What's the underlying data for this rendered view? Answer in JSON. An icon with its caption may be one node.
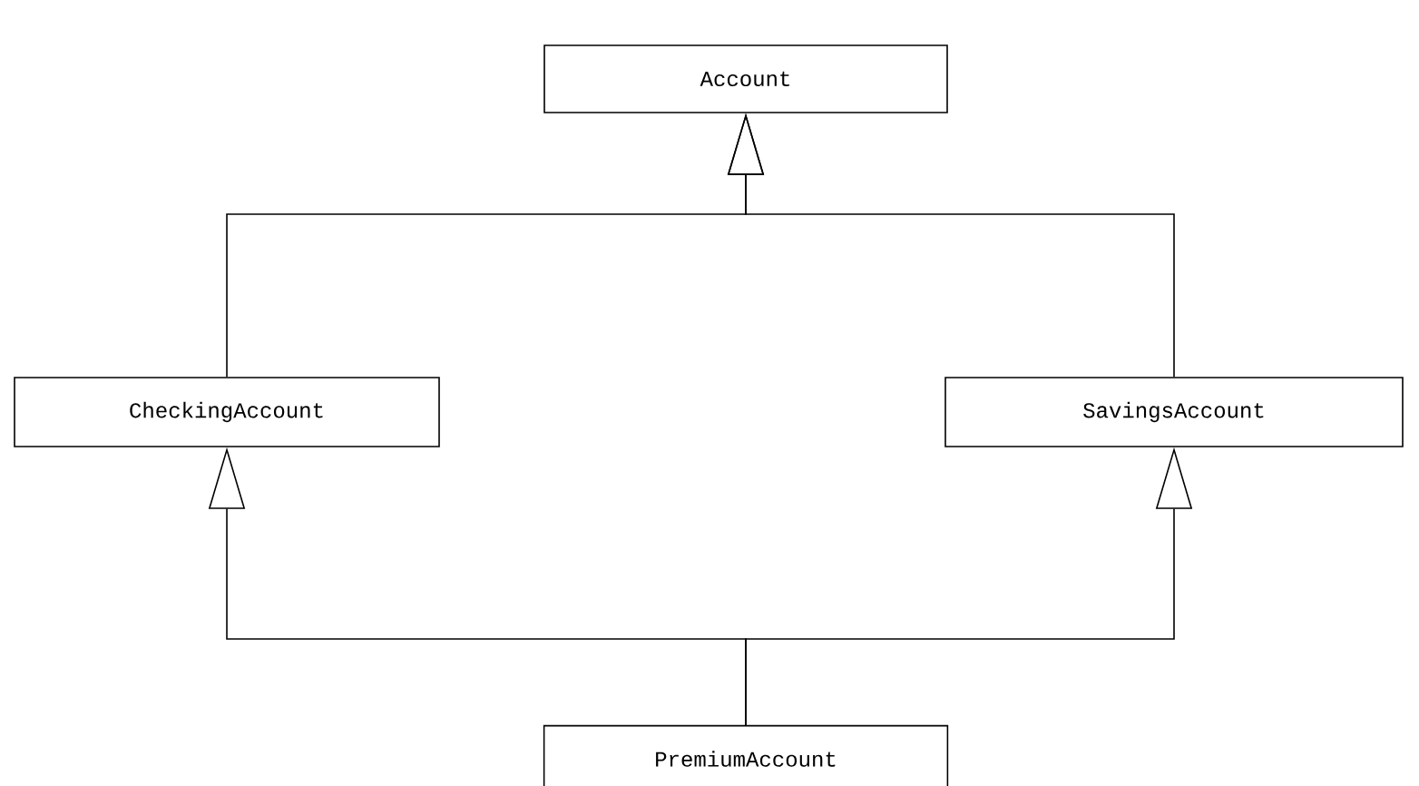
{
  "diagram": {
    "nodes": [
      {
        "text": [
          "Account"
        ]
      },
      {
        "text": [
          "CheckingAccount"
        ]
      },
      {
        "text": [
          "SavingsAccount"
        ]
      },
      {
        "text": [
          "PremiumAccount"
        ]
      }
    ],
    "edges": [
      {
        "from": 1,
        "to": 0,
        "arrow": "to"
      },
      {
        "from": 2,
        "to": 0,
        "arrow": "to"
      },
      {
        "from": 3,
        "to": 1,
        "arrow": "to"
      },
      {
        "from": 3,
        "to": 2,
        "arrow": "to"
      }
    ]
  }
}
